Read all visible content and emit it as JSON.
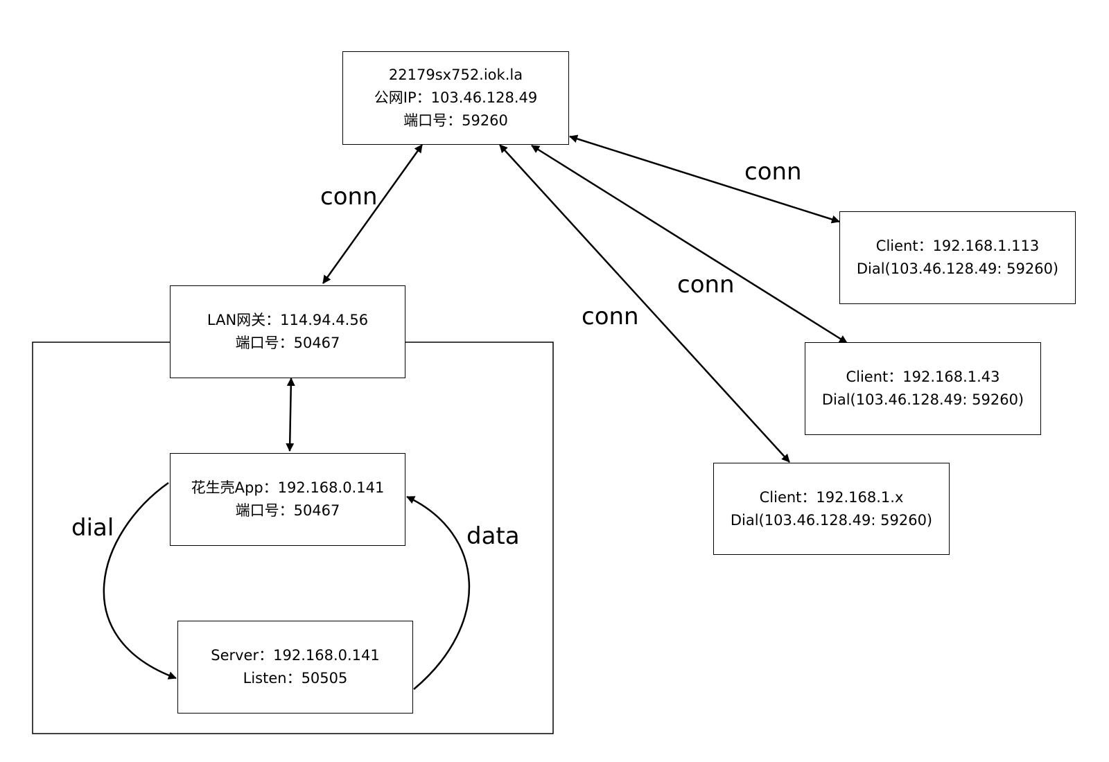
{
  "nodes": {
    "public": {
      "lines": [
        "22179sx752.iok.la",
        "公网IP：103.46.128.49",
        "端口号：59260"
      ]
    },
    "gateway": {
      "lines": [
        "LAN网关：114.94.4.56",
        "端口号：50467"
      ]
    },
    "app": {
      "lines": [
        "花生壳App：192.168.0.141",
        "端口号：50467"
      ]
    },
    "server": {
      "lines": [
        "Server：192.168.0.141",
        "Listen：50505"
      ]
    },
    "client1": {
      "lines": [
        "Client：192.168.1.113",
        "Dial(103.46.128.49: 59260)"
      ]
    },
    "client2": {
      "lines": [
        "Client：192.168.1.43",
        "Dial(103.46.128.49: 59260)"
      ]
    },
    "client3": {
      "lines": [
        "Client：192.168.1.x",
        "Dial(103.46.128.49: 59260)"
      ]
    }
  },
  "edges": {
    "conn_gateway": "conn",
    "conn_client1": "conn",
    "conn_client2": "conn",
    "conn_client3": "conn",
    "dial": "dial",
    "data": "data"
  }
}
